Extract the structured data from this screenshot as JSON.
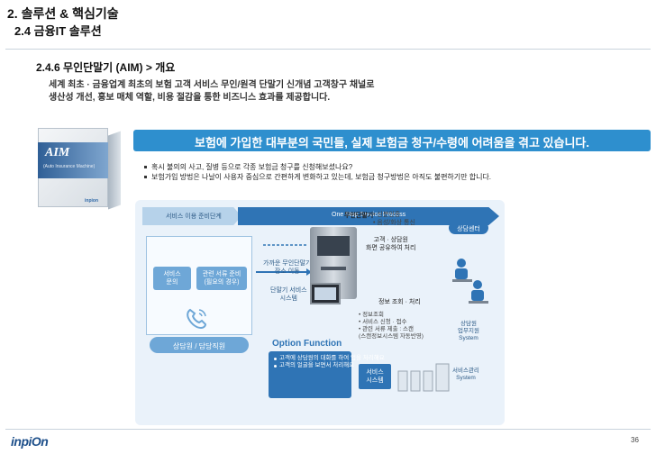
{
  "header": {
    "title": "2. 솔루션 & 핵심기술",
    "subtitle": "2.4 금융IT 솔루션"
  },
  "section": {
    "heading": "2.4.6 무인단말기 (AIM) > 개요",
    "intro_line1": "세계 최초 · 금융업계 최초의 보험 고객 서비스 무인/원격 단말기 신개념 고객창구 채널로",
    "intro_line2": "생산성 개선, 홍보 매체 역할, 비용 절감을 통한 비즈니스 효과를 제공합니다."
  },
  "product_box": {
    "logo": "AIM",
    "sub": "(Auto Insurance Machine)",
    "brand": "inpion"
  },
  "banner": {
    "text": "보험에 가입한 대부분의 국민들, 실제 보험금 청구/수령에 어려움을 겪고 있습니다."
  },
  "bullets": [
    "혹시 불의의 사고, 질병 등으로 각종 보험금 청구를 신청해보셨나요?",
    "보험가입 방법은 나날이 사용자 중심으로 간편하게 변화하고 있는데, 보험금 청구방법은 아직도 불편하기만 합니다."
  ],
  "diagram": {
    "flow_left": "서비스 이용 준비단계",
    "flow_right": "One Stop Service Process",
    "pill_a": [
      "서비스",
      "문의"
    ],
    "pill_b": [
      "관련 서류 준비",
      "(필요의 경우)"
    ],
    "pill_c": "상담원 / 담당직원",
    "mid_a": [
      "가까운 무인단말기",
      "장소 이동"
    ],
    "mid_b": [
      "단말기 서비스",
      "시스템"
    ],
    "kiosk_title": "무인단말기",
    "kiosk_items": [
      "• 신분인증",
      "• 음성/화상 통신"
    ],
    "center_badge": "상담센터",
    "consult": [
      "고객 · 상담원",
      "화면 공유하여 처리"
    ],
    "info_title": "정보 조회 · 처리",
    "info_list": [
      "• 정보조회",
      "• 서비스 신청 · 접수",
      "• 관련 서류 제출 : 스캔",
      "(스캔정보시스템 자동반영)"
    ],
    "consult_sys": [
      "상담원",
      "업무지원",
      "System"
    ],
    "option_title": "Option Function",
    "options": [
      "고객에 상담원의 대화를 하여 업을 처리해요",
      "고객의 얼굴을 보면서 처리해요"
    ],
    "sys_badge": [
      "서비스",
      "시스템"
    ],
    "sys_mgr": [
      "서비스관리",
      "System"
    ]
  },
  "footer": {
    "logo": "inpiOn",
    "page": "36"
  }
}
